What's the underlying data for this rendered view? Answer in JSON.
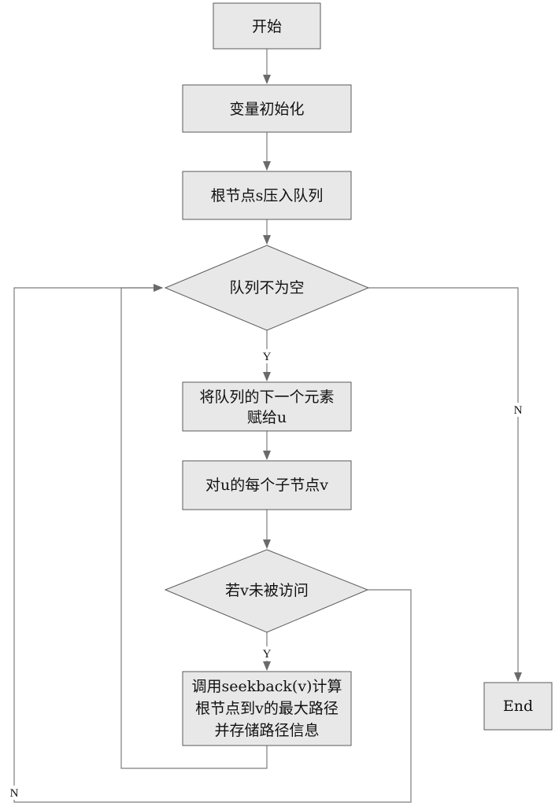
{
  "flowchart": {
    "nodes": {
      "start": "开始",
      "init": "变量初始化",
      "push_root": "根节点s压入队列",
      "queue_not_empty": "队列不为空",
      "dequeue_line1": "将队列的下一个元素",
      "dequeue_line2": "赋给u",
      "for_each_child": "对u的每个子节点v",
      "not_visited": "若v未被访问",
      "seekback_line1": "调用seekback(v)计算",
      "seekback_line2": "根节点到v的最大路径",
      "seekback_line3": "并存储路径信息",
      "end": "End"
    },
    "labels": {
      "queue_yes": "Y",
      "queue_no": "N",
      "visited_yes": "Y",
      "visited_no": "N"
    }
  }
}
